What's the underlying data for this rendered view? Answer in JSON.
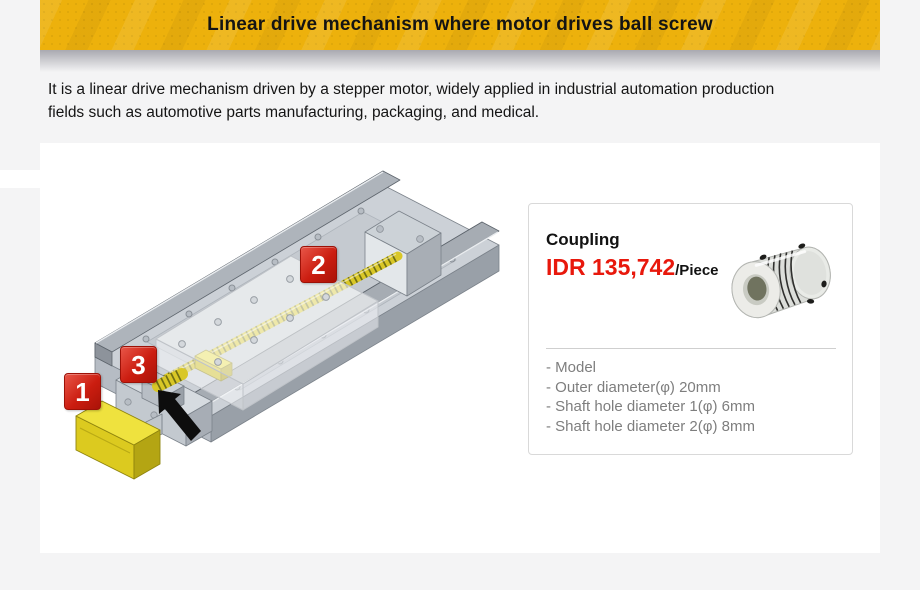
{
  "banner": {
    "title": "Linear drive mechanism where motor drives ball screw",
    "bg_color": "#edb10c"
  },
  "description": {
    "text": "It is a linear drive mechanism driven by a stepper motor, widely applied in industrial automation production fields such as automotive parts manufacturing, packaging, and medical."
  },
  "diagram": {
    "markers": [
      {
        "number": "1"
      },
      {
        "number": "2"
      },
      {
        "number": "3"
      }
    ],
    "colors": {
      "marker_red": "#cb1d10",
      "ball_screw_yellow": "#d9c727",
      "motor_yellow": "#dcca1f",
      "base_gray": "#ccd1d7",
      "arrow_black": "#0d0d0d"
    }
  },
  "product_card": {
    "name": "Coupling",
    "price": "IDR 135,742",
    "unit": "/Piece",
    "price_color": "#e8180c",
    "specs": [
      "- Model",
      "- Outer diameter(φ) 20mm",
      "- Shaft hole diameter 1(φ) 6mm",
      "- Shaft hole diameter 2(φ) 8mm"
    ]
  }
}
